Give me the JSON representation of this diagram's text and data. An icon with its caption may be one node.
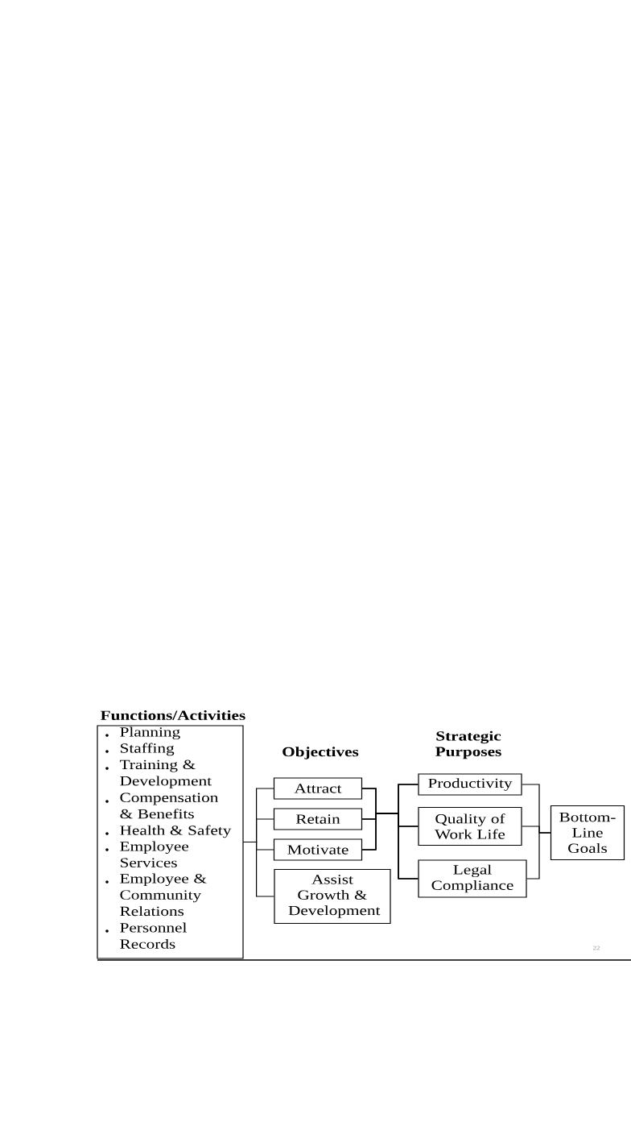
{
  "diagram": {
    "nodes": [
      {
        "text": [
          "Functions/Activities",
          "Planning",
          "Staffing",
          "Training & Development",
          "Compensation & Benefits",
          "Health & Safety",
          "Employee Services",
          "Employee & Community Relations",
          "Personnel Records"
        ]
      },
      {
        "text": [
          "Attract"
        ]
      },
      {
        "text": [
          "Retain"
        ]
      },
      {
        "text": [
          "Motivate"
        ]
      },
      {
        "text": [
          "Assist Growth & Development"
        ]
      },
      {
        "text": [
          "Productivity"
        ]
      },
      {
        "text": [
          "Quality of Work Life"
        ]
      },
      {
        "text": [
          "Legal Compliance"
        ]
      },
      {
        "text": [
          "Bottom-Line Goals"
        ]
      }
    ],
    "edges": [
      {
        "from": 0,
        "to": 1,
        "arrow": "none"
      },
      {
        "from": 0,
        "to": 2,
        "arrow": "none"
      },
      {
        "from": 0,
        "to": 3,
        "arrow": "none"
      },
      {
        "from": 0,
        "to": 4,
        "arrow": "none"
      },
      {
        "from": 1,
        "to": 5,
        "arrow": "none"
      },
      {
        "from": 1,
        "to": 6,
        "arrow": "none"
      },
      {
        "from": 1,
        "to": 7,
        "arrow": "none"
      },
      {
        "from": 2,
        "to": 5,
        "arrow": "none"
      },
      {
        "from": 2,
        "to": 6,
        "arrow": "none"
      },
      {
        "from": 2,
        "to": 7,
        "arrow": "none"
      },
      {
        "from": 3,
        "to": 5,
        "arrow": "none"
      },
      {
        "from": 3,
        "to": 6,
        "arrow": "none"
      },
      {
        "from": 3,
        "to": 7,
        "arrow": "none"
      },
      {
        "from": 5,
        "to": 8,
        "arrow": "none"
      },
      {
        "from": 6,
        "to": 8,
        "arrow": "none"
      },
      {
        "from": 7,
        "to": 8,
        "arrow": "none"
      }
    ],
    "labels": [
      "Strategic Purposes",
      "Objectives",
      "22"
    ]
  }
}
